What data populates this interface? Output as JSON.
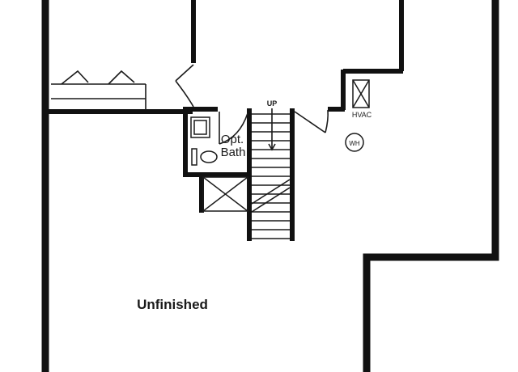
{
  "labels": {
    "stair_direction": "UP",
    "mechanical": "HVAC",
    "water_heater": "WH",
    "bath_line1": "Opt.",
    "bath_line2": "Bath",
    "area": "Unfinished"
  },
  "colors": {
    "wall": "#111111",
    "line": "#1a1a1a",
    "background": "#ffffff"
  }
}
